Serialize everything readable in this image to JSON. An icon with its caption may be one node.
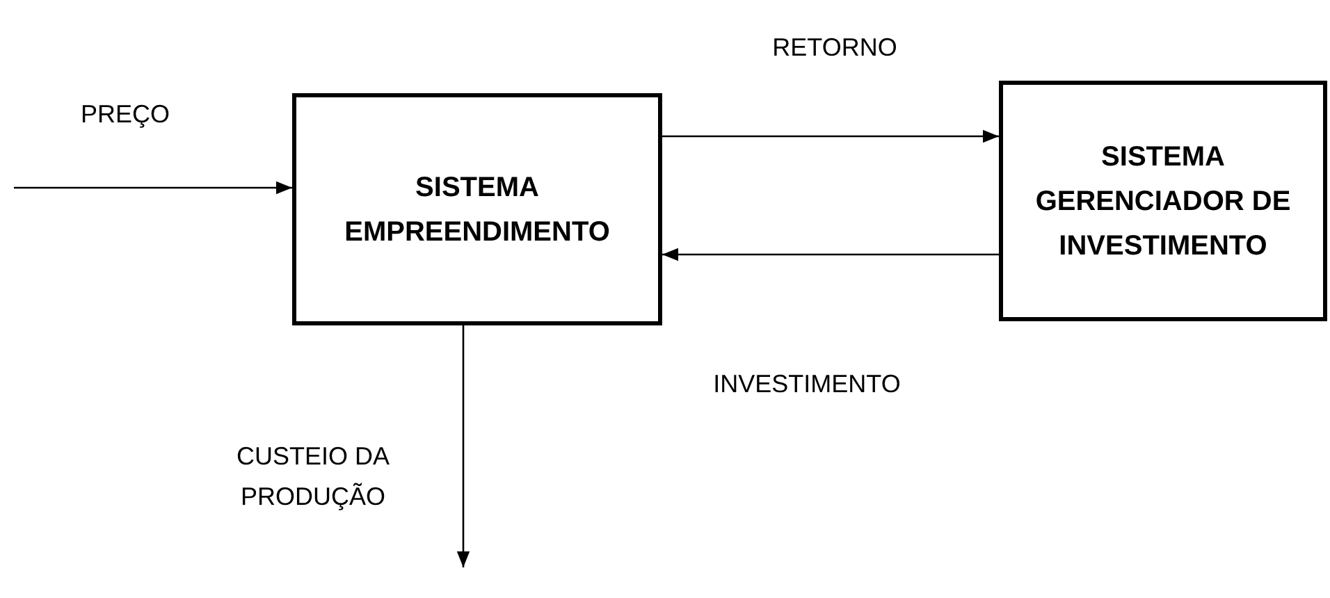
{
  "diagram": {
    "nodes": [
      {
        "text": [
          "SISTEMA EMPREENDIMENTO"
        ]
      },
      {
        "text": [
          "SISTEMA GERENCIADOR DE INVESTIMENTO"
        ]
      }
    ],
    "edges": [
      {
        "from": null,
        "to": 0,
        "arrow": "to",
        "label": "PREÇO"
      },
      {
        "from": 0,
        "to": 1,
        "arrow": "to",
        "label": "RETORNO"
      },
      {
        "from": 1,
        "to": 0,
        "arrow": "to",
        "label": "INVESTIMENTO"
      },
      {
        "from": 0,
        "to": null,
        "arrow": "to",
        "label": "CUSTEIO DA PRODUÇÃO"
      }
    ]
  }
}
